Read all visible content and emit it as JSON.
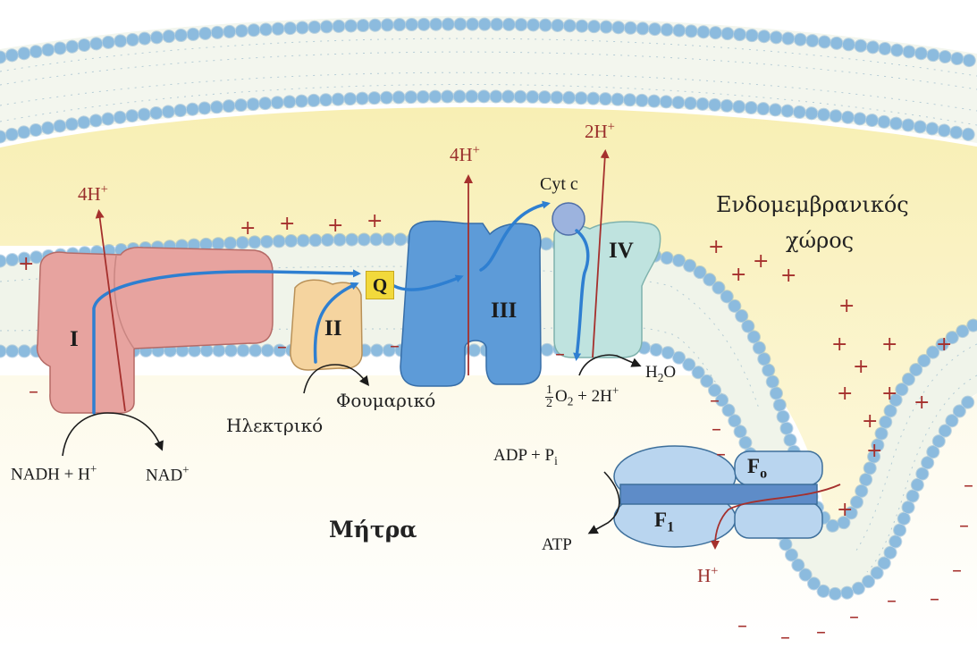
{
  "complexes": {
    "c1": "I",
    "c2": "II",
    "c3": "III",
    "c4": "IV",
    "q": "Q",
    "cyt_c": "Cyt c",
    "f0": "F",
    "f0_sub": "o",
    "f1": "F",
    "f1_sub": "1"
  },
  "protons": {
    "p1": "4H",
    "p3": "4H",
    "p4": "2H",
    "out": "H",
    "charge": "+"
  },
  "reactions": {
    "nadh": "NADH + H",
    "nad": "NAD",
    "succinate": "Ηλεκτρικό",
    "fumarate": "Φουμαρικό",
    "oxygen_num": "1",
    "oxygen_den": "2",
    "oxygen_rest": "O",
    "oxygen_tail": " + 2H",
    "water": "H",
    "water_tail": "O",
    "adp": "ADP + P",
    "adp_sub": "i",
    "atp": "ATP"
  },
  "regions": {
    "matrix": "Μήτρα",
    "ims_line1": "Ενδομεμβρανικός",
    "ims_line2": "χώρος"
  },
  "colors": {
    "complex1": "#e7a39f",
    "complex2": "#f5d49f",
    "complex3": "#5d9bd8",
    "complex4": "#bfe3df",
    "atp_synthase": "#b9d5ef",
    "electron_path": "#2e7fd1",
    "proton_path": "#a5302d",
    "lipid_head": "#aed4ee",
    "ims_bg": "#fbf5c8"
  }
}
